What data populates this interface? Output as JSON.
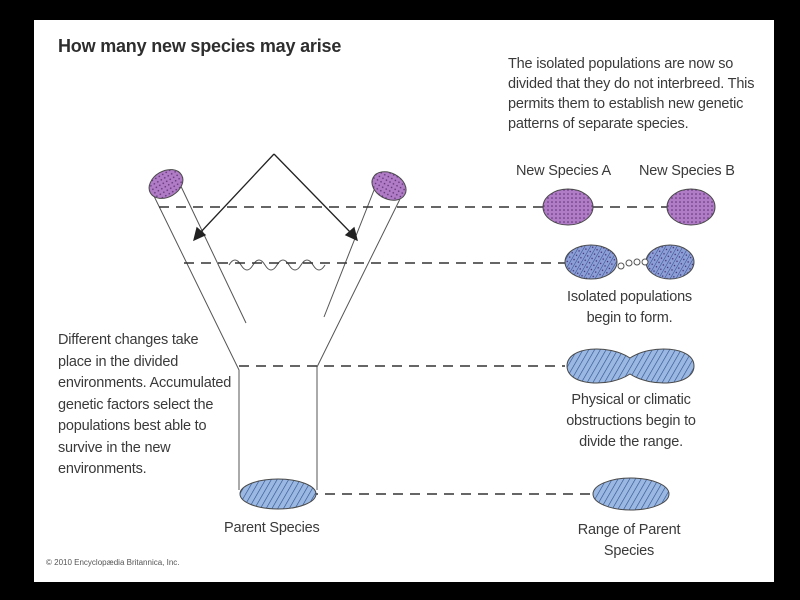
{
  "title": "How many new species may arise",
  "top_note": "The isolated populations are now so divided that they do not interbreed. This permits them to establish new genetic patterns of separate species.",
  "left_note": "Different changes take place in the divided environments. Accumulated genetic factors select the populations best able to survive in the new environments.",
  "labels": {
    "new_species_a": "New Species A",
    "new_species_b": "New Species B",
    "isolated_populations": "Isolated populations begin to form.",
    "obstructions": "Physical or climatic obstructions begin to divide the range.",
    "parent_species": "Parent Species",
    "range_parent": "Range of Parent Species"
  },
  "copyright": "© 2010 Encyclopædia Britannica, Inc.",
  "colors": {
    "purple_fill": "#b07cc6",
    "blue_fill": "#9ab8e2",
    "outline": "#4a4a4a",
    "text": "#3a3a3a",
    "background": "#000000",
    "slide": "#ffffff"
  }
}
